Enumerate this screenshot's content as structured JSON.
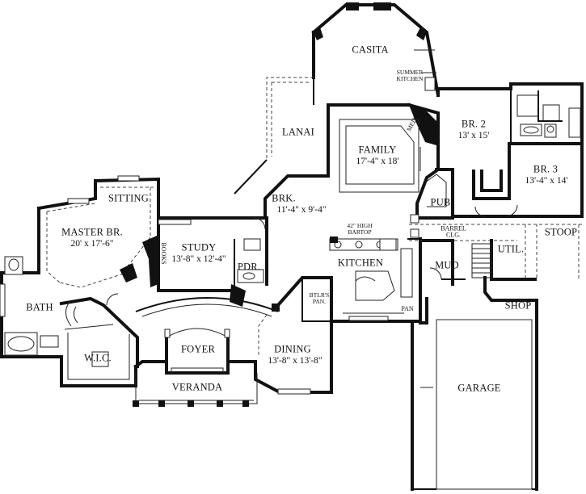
{
  "rooms": {
    "casita": "CASITA",
    "summer_kitchen": "SUMMER\nKITCHEN",
    "lanai": "LANAI",
    "media": "MEDIA",
    "family": "FAMILY",
    "family_dim": "17'-4\" x 18'",
    "br2": "BR. 2",
    "br2_dim": "13' x 15'",
    "br3": "BR. 3",
    "br3_dim": "13'-4\" x 14'",
    "sitting": "SITTING",
    "master": "MASTER BR.",
    "master_dim": "20' x 17'-6\"",
    "brk": "BRK.",
    "brk_dim": "11'-4\" x 9'-4\"",
    "pub": "PUB",
    "bartop": "42\" HIGH\nBARTOP",
    "barrel": "BARREL\nCLG.",
    "stoop": "STOOP",
    "books": "BOOKS",
    "study": "STUDY",
    "study_dim": "13'-8\" x 12'-4\"",
    "pdr": "PDR.",
    "kitchen": "KITCHEN",
    "mud": "MUD",
    "util": "UTIL.",
    "bath": "BATH",
    "btlr": "BTLR'S\nPAN.",
    "pan": "PAN",
    "shop": "SHOP",
    "foyer": "FOYER",
    "wic": "W.I.C.",
    "dining": "DINING",
    "dining_dim": "13'-8\" x 13'-8\"",
    "veranda": "VERANDA",
    "garage": "GARAGE"
  }
}
